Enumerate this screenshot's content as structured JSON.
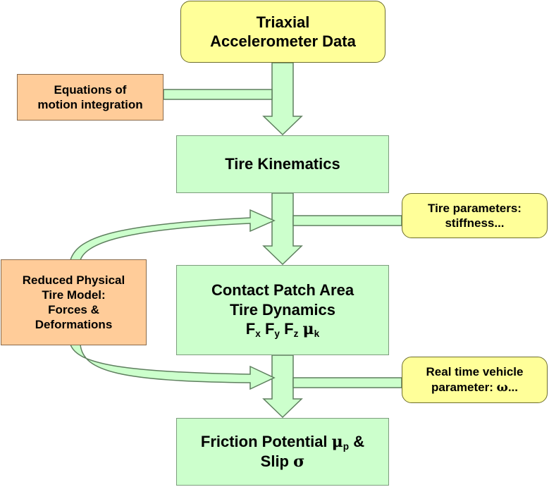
{
  "diagram": {
    "nodes": {
      "accelerometer": {
        "lines": [
          "Triaxial",
          "Accelerometer Data"
        ],
        "color": "#ffff99"
      },
      "equations": {
        "lines": [
          "Equations of",
          "motion integration"
        ],
        "color": "#ffcc99"
      },
      "kinematics": {
        "lines": [
          "Tire Kinematics"
        ],
        "color": "#ccffcc"
      },
      "tire_parameters": {
        "lines": [
          "Tire parameters:",
          "stiffness..."
        ],
        "color": "#ffff99"
      },
      "reduced_model": {
        "lines": [
          "Reduced Physical",
          "Tire Model:",
          "Forces &",
          "Deformations"
        ],
        "color": "#ffcc99"
      },
      "contact_patch": {
        "lines": [
          "Contact Patch Area",
          "Tire Dynamics"
        ],
        "forces": [
          {
            "base": "F",
            "sub": "x"
          },
          {
            "base": "F",
            "sub": "y"
          },
          {
            "base": "F",
            "sub": "z"
          },
          {
            "base": "μ",
            "sub": "k"
          }
        ],
        "color": "#ccffcc"
      },
      "realtime_vehicle": {
        "lines": [
          "Real time vehicle"
        ],
        "param_label": "parameter:",
        "param_symbol": "ω",
        "param_suffix": "...",
        "color": "#ffff99"
      },
      "friction": {
        "line1_text": "Friction Potential ",
        "line1_symbol": "μ",
        "line1_sub": "p",
        "line1_suffix": " &",
        "line2_text": "Slip ",
        "line2_symbol": "σ",
        "color": "#ccffcc"
      }
    },
    "arrow_color": "#ccffcc",
    "arrow_stroke": "#5e7f5e"
  }
}
